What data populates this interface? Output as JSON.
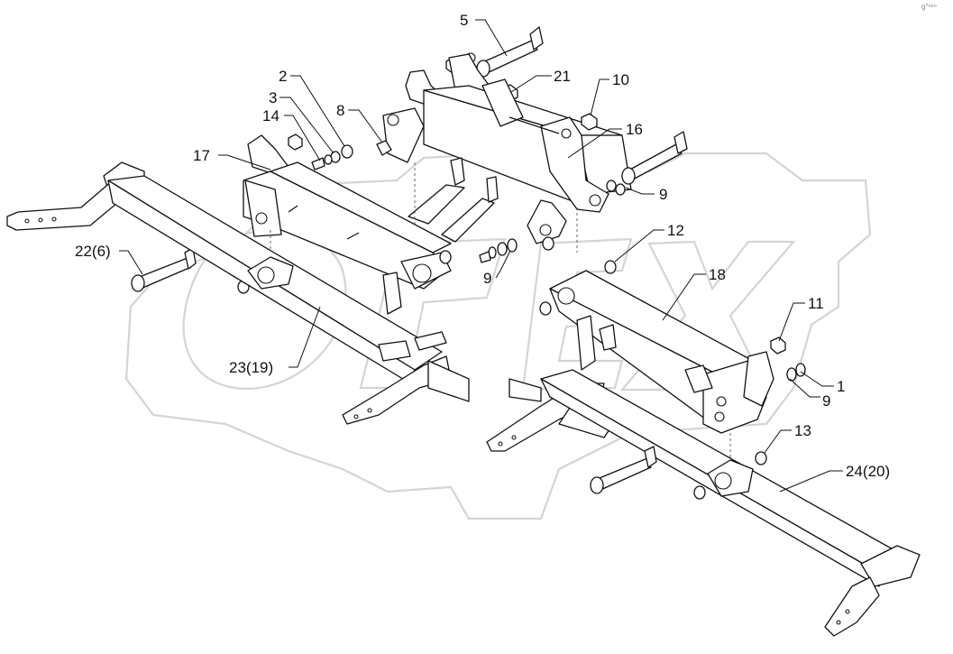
{
  "corner_mark": "g°ᵒᵒᵒ",
  "callouts": [
    {
      "id": "c5",
      "label": "5"
    },
    {
      "id": "c21",
      "label": "21"
    },
    {
      "id": "c10",
      "label": "10"
    },
    {
      "id": "c2",
      "label": "2"
    },
    {
      "id": "c3",
      "label": "3"
    },
    {
      "id": "c14",
      "label": "14"
    },
    {
      "id": "c8",
      "label": "8"
    },
    {
      "id": "c16",
      "label": "16"
    },
    {
      "id": "c17",
      "label": "17"
    },
    {
      "id": "c9a",
      "label": "9"
    },
    {
      "id": "c12",
      "label": "12"
    },
    {
      "id": "c22",
      "label": "22(6)"
    },
    {
      "id": "c9b",
      "label": "9"
    },
    {
      "id": "c18",
      "label": "18"
    },
    {
      "id": "c11",
      "label": "11"
    },
    {
      "id": "c23",
      "label": "23(19)"
    },
    {
      "id": "c1",
      "label": "1"
    },
    {
      "id": "c9c",
      "label": "9"
    },
    {
      "id": "c13",
      "label": "13"
    },
    {
      "id": "c24",
      "label": "24(20)"
    }
  ]
}
